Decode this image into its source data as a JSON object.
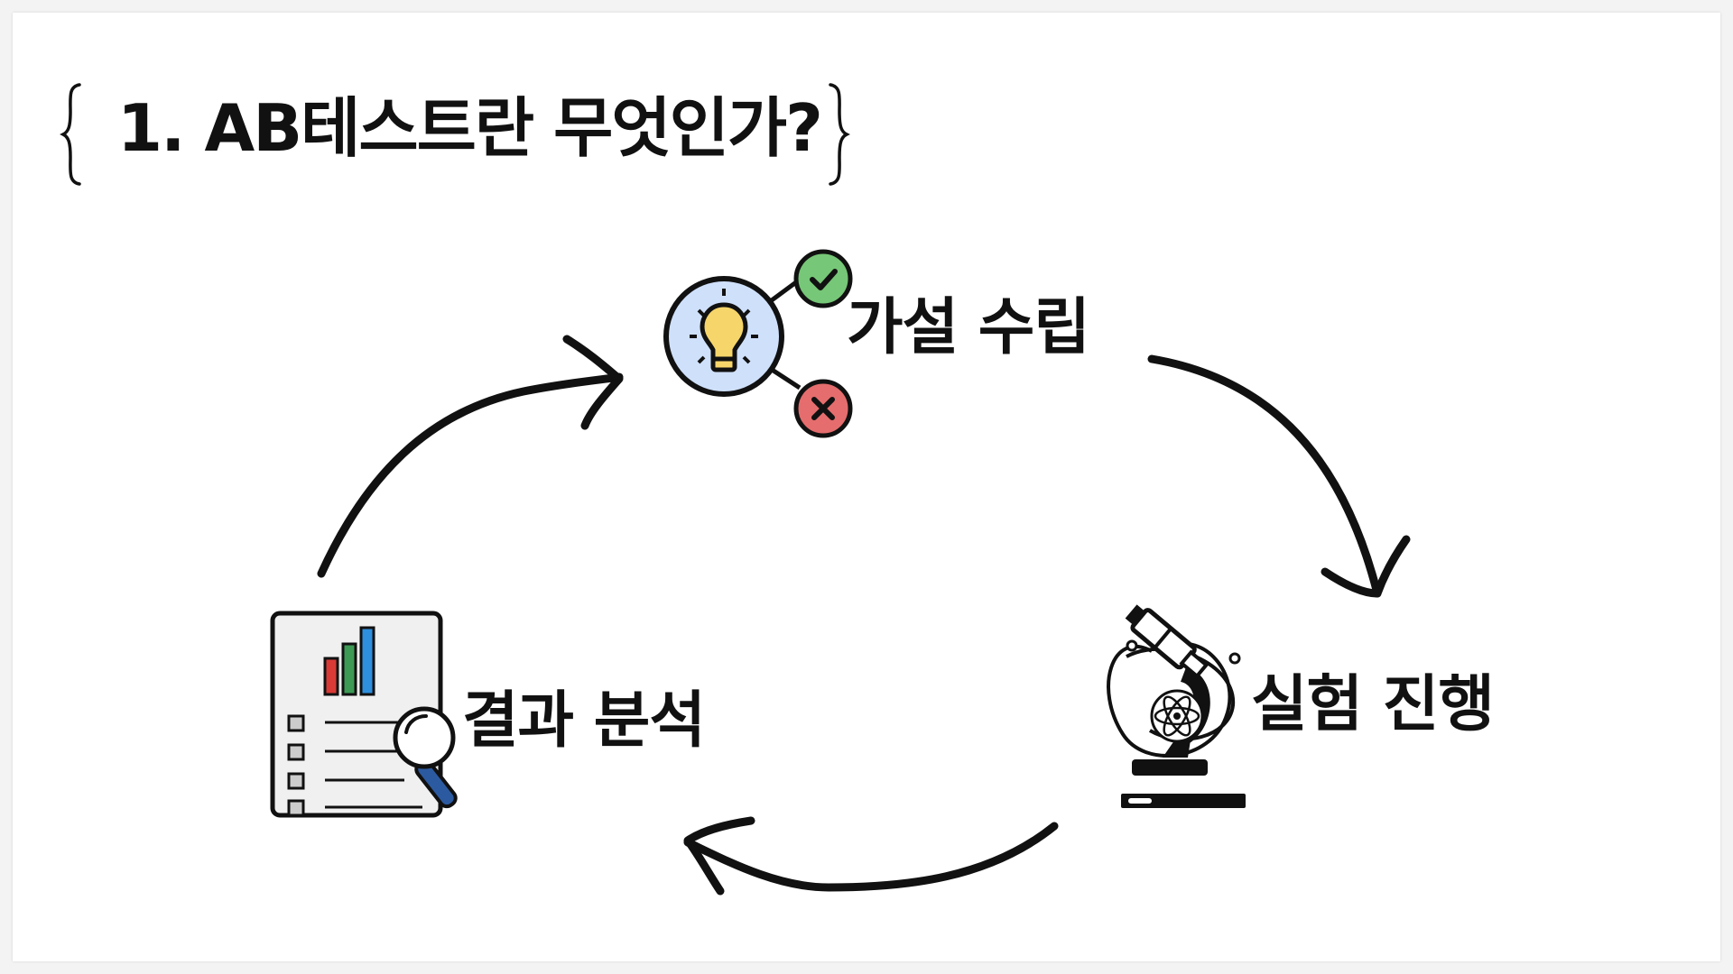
{
  "title": "1. AB테스트란 무엇인가?",
  "steps": {
    "hypothesis": {
      "label": "가설 수립",
      "icon": "lightbulb-idea-icon"
    },
    "experiment": {
      "label": "실험 진행",
      "icon": "microscope-science-icon"
    },
    "analysis": {
      "label": "결과 분석",
      "icon": "report-magnifier-icon"
    }
  },
  "colors": {
    "text": "#111111",
    "bulb_circle": "#cfe0fb",
    "bulb": "#f6d56a",
    "check": "#76c777",
    "cross": "#e56d6d",
    "bar_red": "#d93a36",
    "bar_green": "#3d9a55",
    "bar_blue": "#2e8fde",
    "magnifier_handle": "#2c5aa0"
  }
}
